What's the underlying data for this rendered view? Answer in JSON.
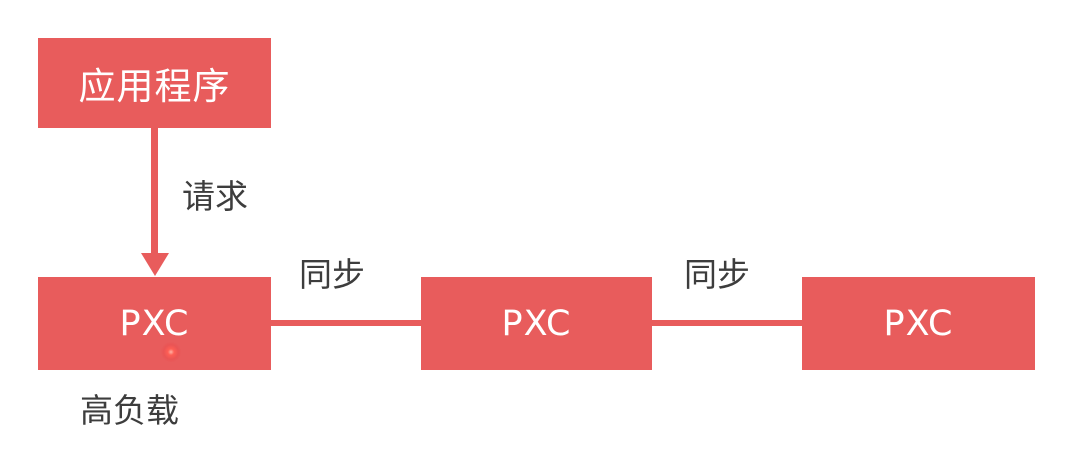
{
  "diagram": {
    "background_color": "#ffffff",
    "accent_color": "#e85c5c",
    "text_color": "#3d3d3d",
    "nodes": {
      "app": {
        "label": "应用程序"
      },
      "pxc1": {
        "label": "PXC"
      },
      "pxc2": {
        "label": "PXC"
      },
      "pxc3": {
        "label": "PXC"
      }
    },
    "edges": {
      "request": {
        "label": "请求"
      },
      "sync1": {
        "label": "同步"
      },
      "sync2": {
        "label": "同步"
      }
    },
    "annotations": {
      "high_load": {
        "label": "高负载"
      }
    }
  }
}
